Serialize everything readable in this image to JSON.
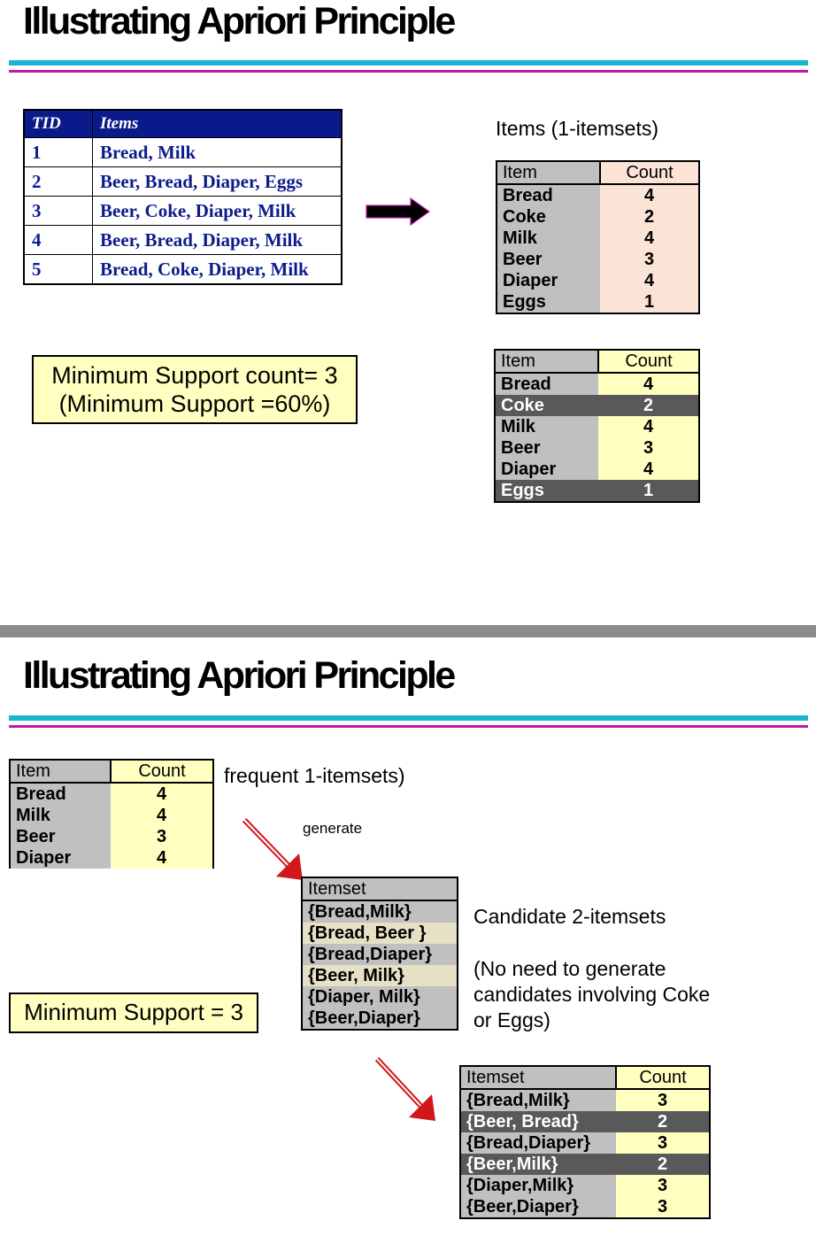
{
  "slide1": {
    "title": "Illustrating Apriori Principle",
    "tid_table": {
      "headers": [
        "TID",
        "Items"
      ],
      "rows": [
        [
          "1",
          "Bread, Milk"
        ],
        [
          "2",
          "Beer, Bread, Diaper, Eggs"
        ],
        [
          "3",
          "Beer, Coke, Diaper, Milk"
        ],
        [
          "4",
          "Beer, Bread, Diaper, Milk"
        ],
        [
          "5",
          "Bread, Coke, Diaper, Milk"
        ]
      ]
    },
    "items_caption": "Items (1-itemsets)",
    "count_table": {
      "headers": [
        "Item",
        "Count"
      ],
      "rows": [
        [
          "Bread",
          "4"
        ],
        [
          "Coke",
          "2"
        ],
        [
          "Milk",
          "4"
        ],
        [
          "Beer",
          "3"
        ],
        [
          "Diaper",
          "4"
        ],
        [
          "Eggs",
          "1"
        ]
      ]
    },
    "support_box": {
      "line1": "Minimum Support count= 3",
      "line2": "(Minimum Support =60%)"
    },
    "filtered_table": {
      "headers": [
        "Item",
        "Count"
      ],
      "rows": [
        {
          "item": "Bread",
          "count": "4",
          "pruned": false
        },
        {
          "item": "Coke",
          "count": "2",
          "pruned": true
        },
        {
          "item": "Milk",
          "count": "4",
          "pruned": false
        },
        {
          "item": "Beer",
          "count": "3",
          "pruned": false
        },
        {
          "item": "Diaper",
          "count": "4",
          "pruned": false
        },
        {
          "item": "Eggs",
          "count": "1",
          "pruned": true
        }
      ]
    }
  },
  "slide2": {
    "title": "Illustrating Apriori Principle",
    "freq_table": {
      "headers": [
        "Item",
        "Count"
      ],
      "rows": [
        [
          "Bread",
          "4"
        ],
        [
          "Milk",
          "4"
        ],
        [
          "Beer",
          "3"
        ],
        [
          "Diaper",
          "4"
        ]
      ]
    },
    "freq_caption": "frequent 1-itemsets)",
    "generate_label": "generate",
    "itemset_table": {
      "header": "Itemset",
      "rows": [
        "{Bread,Milk}",
        "{Bread, Beer }",
        "{Bread,Diaper}",
        "{Beer, Milk}",
        "{Diaper, Milk}",
        "{Beer,Diaper}"
      ]
    },
    "candidate_caption": "Candidate 2-itemsets",
    "note": [
      "(No need to generate",
      "candidates involving Coke",
      "or Eggs)"
    ],
    "support_box": "Minimum Support = 3",
    "count_table": {
      "headers": [
        "Itemset",
        "Count"
      ],
      "rows": [
        {
          "itemset": "{Bread,Milk}",
          "count": "3",
          "pruned": false
        },
        {
          "itemset": "{Beer, Bread}",
          "count": "2",
          "pruned": true
        },
        {
          "itemset": "{Bread,Diaper}",
          "count": "3",
          "pruned": false
        },
        {
          "itemset": "{Beer,Milk}",
          "count": "2",
          "pruned": true
        },
        {
          "itemset": "{Diaper,Milk}",
          "count": "3",
          "pruned": false
        },
        {
          "itemset": "{Beer,Diaper}",
          "count": "3",
          "pruned": false
        }
      ]
    }
  },
  "colors": {
    "cyan_rule": "#19b4d2",
    "magenta_rule": "#c21aa8",
    "tid_header": "#0a1a8a",
    "tid_text": "#0c1c8c",
    "gray_cell": "#c0c0c0",
    "peach_cell": "#fbe3d6",
    "yellow_cell": "#ffffc0",
    "dark_row": "#595959",
    "arrow_red": "#d0181c"
  }
}
